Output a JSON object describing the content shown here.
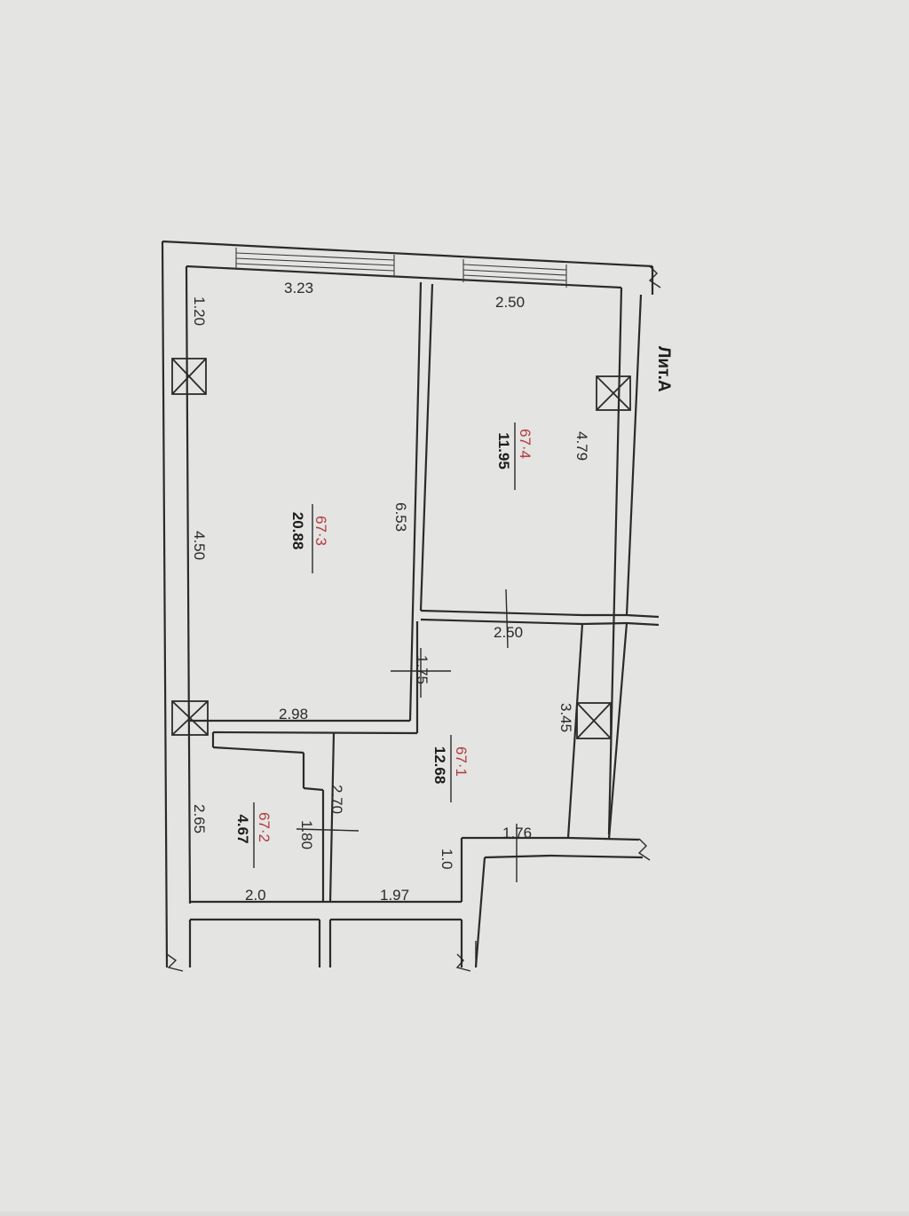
{
  "plan": {
    "label": "Лит.А",
    "rooms": [
      {
        "id": "room-1",
        "number": "67·1",
        "area": "12.68"
      },
      {
        "id": "room-2",
        "number": "67·2",
        "area": "4.67"
      },
      {
        "id": "room-3",
        "number": "67·3",
        "area": "20.88"
      },
      {
        "id": "room-4",
        "number": "67·4",
        "area": "11.95"
      }
    ],
    "dimensions": {
      "d_3_23": "3.23",
      "d_1_20": "1.20",
      "d_4_50": "4.50",
      "d_6_53": "6.53",
      "d_2_98": "2.98",
      "d_2_50_top": "2.50",
      "d_4_79": "4.79",
      "d_2_50_mid": "2.50",
      "d_1_75": "1.75",
      "d_3_45": "3.45",
      "d_1_76": "1.76",
      "d_1_0": "1.0",
      "d_2_70": "2.70",
      "d_1_80": "1.80",
      "d_2_65": "2.65",
      "d_2_0": "2.0",
      "d_1_97": "1.97"
    }
  }
}
